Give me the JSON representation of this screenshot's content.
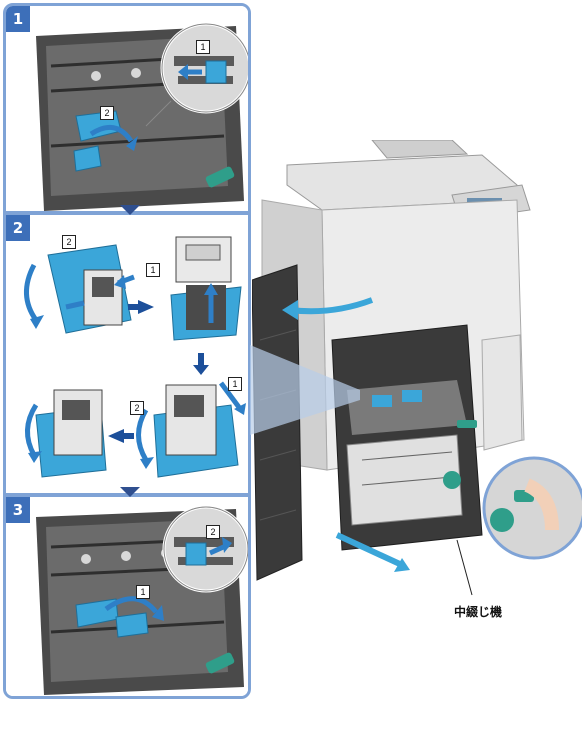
{
  "steps": [
    {
      "number": "1",
      "callouts": [
        "1",
        "2"
      ]
    },
    {
      "number": "2",
      "callouts": [
        "2",
        "1",
        "1",
        "2"
      ]
    },
    {
      "number": "3",
      "callouts": [
        "2",
        "1"
      ]
    }
  ],
  "caption": "中綴じ機",
  "colors": {
    "frame": "#7fa3d6",
    "badge": "#3d6fb9",
    "accent_blue": "#3ba6d9",
    "arrow_blue": "#2e7fc7",
    "teal_handle": "#2f9e8a",
    "machine_dark": "#3a3a3a"
  }
}
